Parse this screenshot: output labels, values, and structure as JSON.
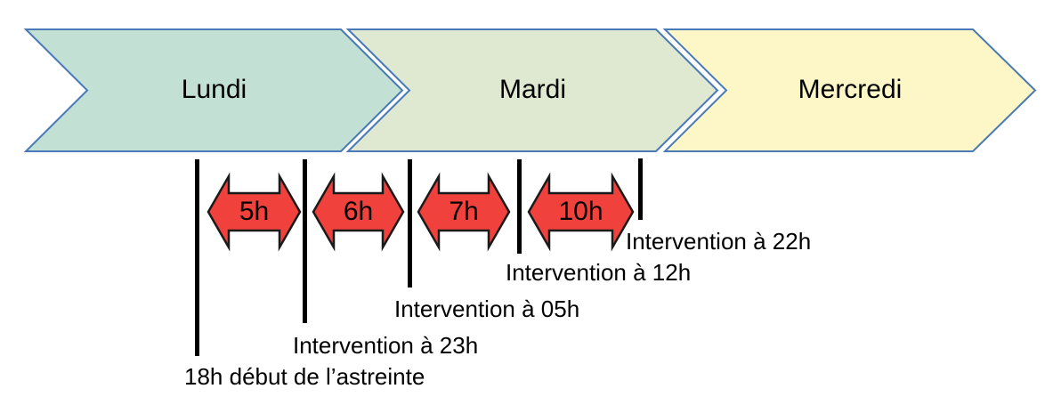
{
  "diagram": {
    "description_hidden": "",
    "days": [
      {
        "label": "Lundi",
        "fill": "#c2e0d3"
      },
      {
        "label": "Mardi",
        "fill": "#dfe8d0"
      },
      {
        "label": "Mercredi",
        "fill": "#fdf6c6"
      }
    ],
    "intervals": [
      {
        "label": "5h"
      },
      {
        "label": "6h"
      },
      {
        "label": "7h"
      },
      {
        "label": "10h"
      }
    ],
    "events": [
      {
        "label": "18h début de l’astreinte"
      },
      {
        "label": "Intervention à 23h"
      },
      {
        "label": "Intervention à 05h"
      },
      {
        "label": "Intervention à 12h"
      },
      {
        "label": "Intervention à 22h"
      }
    ],
    "colors": {
      "chevron_border": "#4a79b8",
      "arrow_fill": "#f0413c",
      "arrow_border": "#1a1a1a",
      "tick": "#000000",
      "text": "#000000"
    }
  }
}
